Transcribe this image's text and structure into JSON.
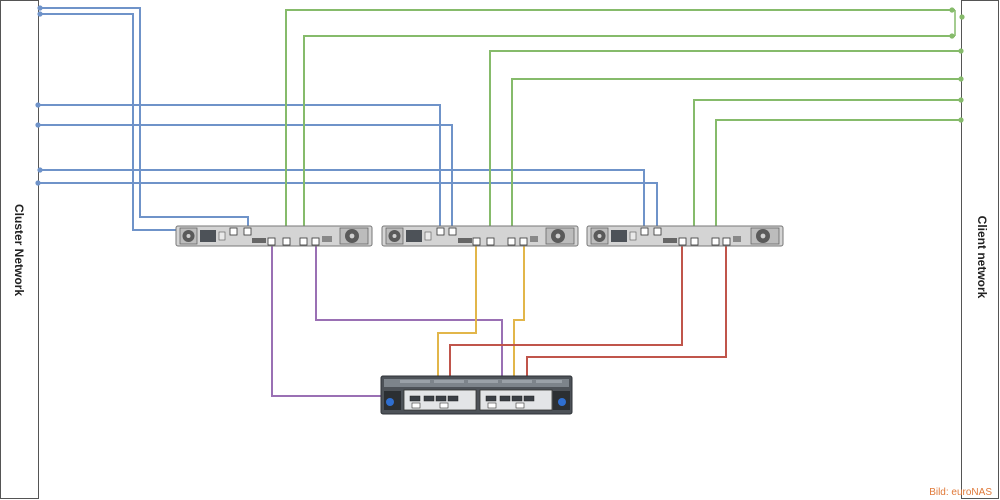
{
  "labels": {
    "cluster_network": "Cluster Network",
    "client_network": "Client network",
    "credit": "Bild: euroNAS"
  },
  "colors": {
    "cluster_link": "#6f93c9",
    "client_link": "#86bb6b",
    "server1_storage": "#9a70b4",
    "server2_storage": "#e2b64a",
    "server3_storage": "#c0554b",
    "rack_body": "#d4d4d4",
    "storage_body": "#4d5258"
  },
  "nodes": [
    "server-1",
    "server-2",
    "server-3",
    "storage-enclosure"
  ]
}
